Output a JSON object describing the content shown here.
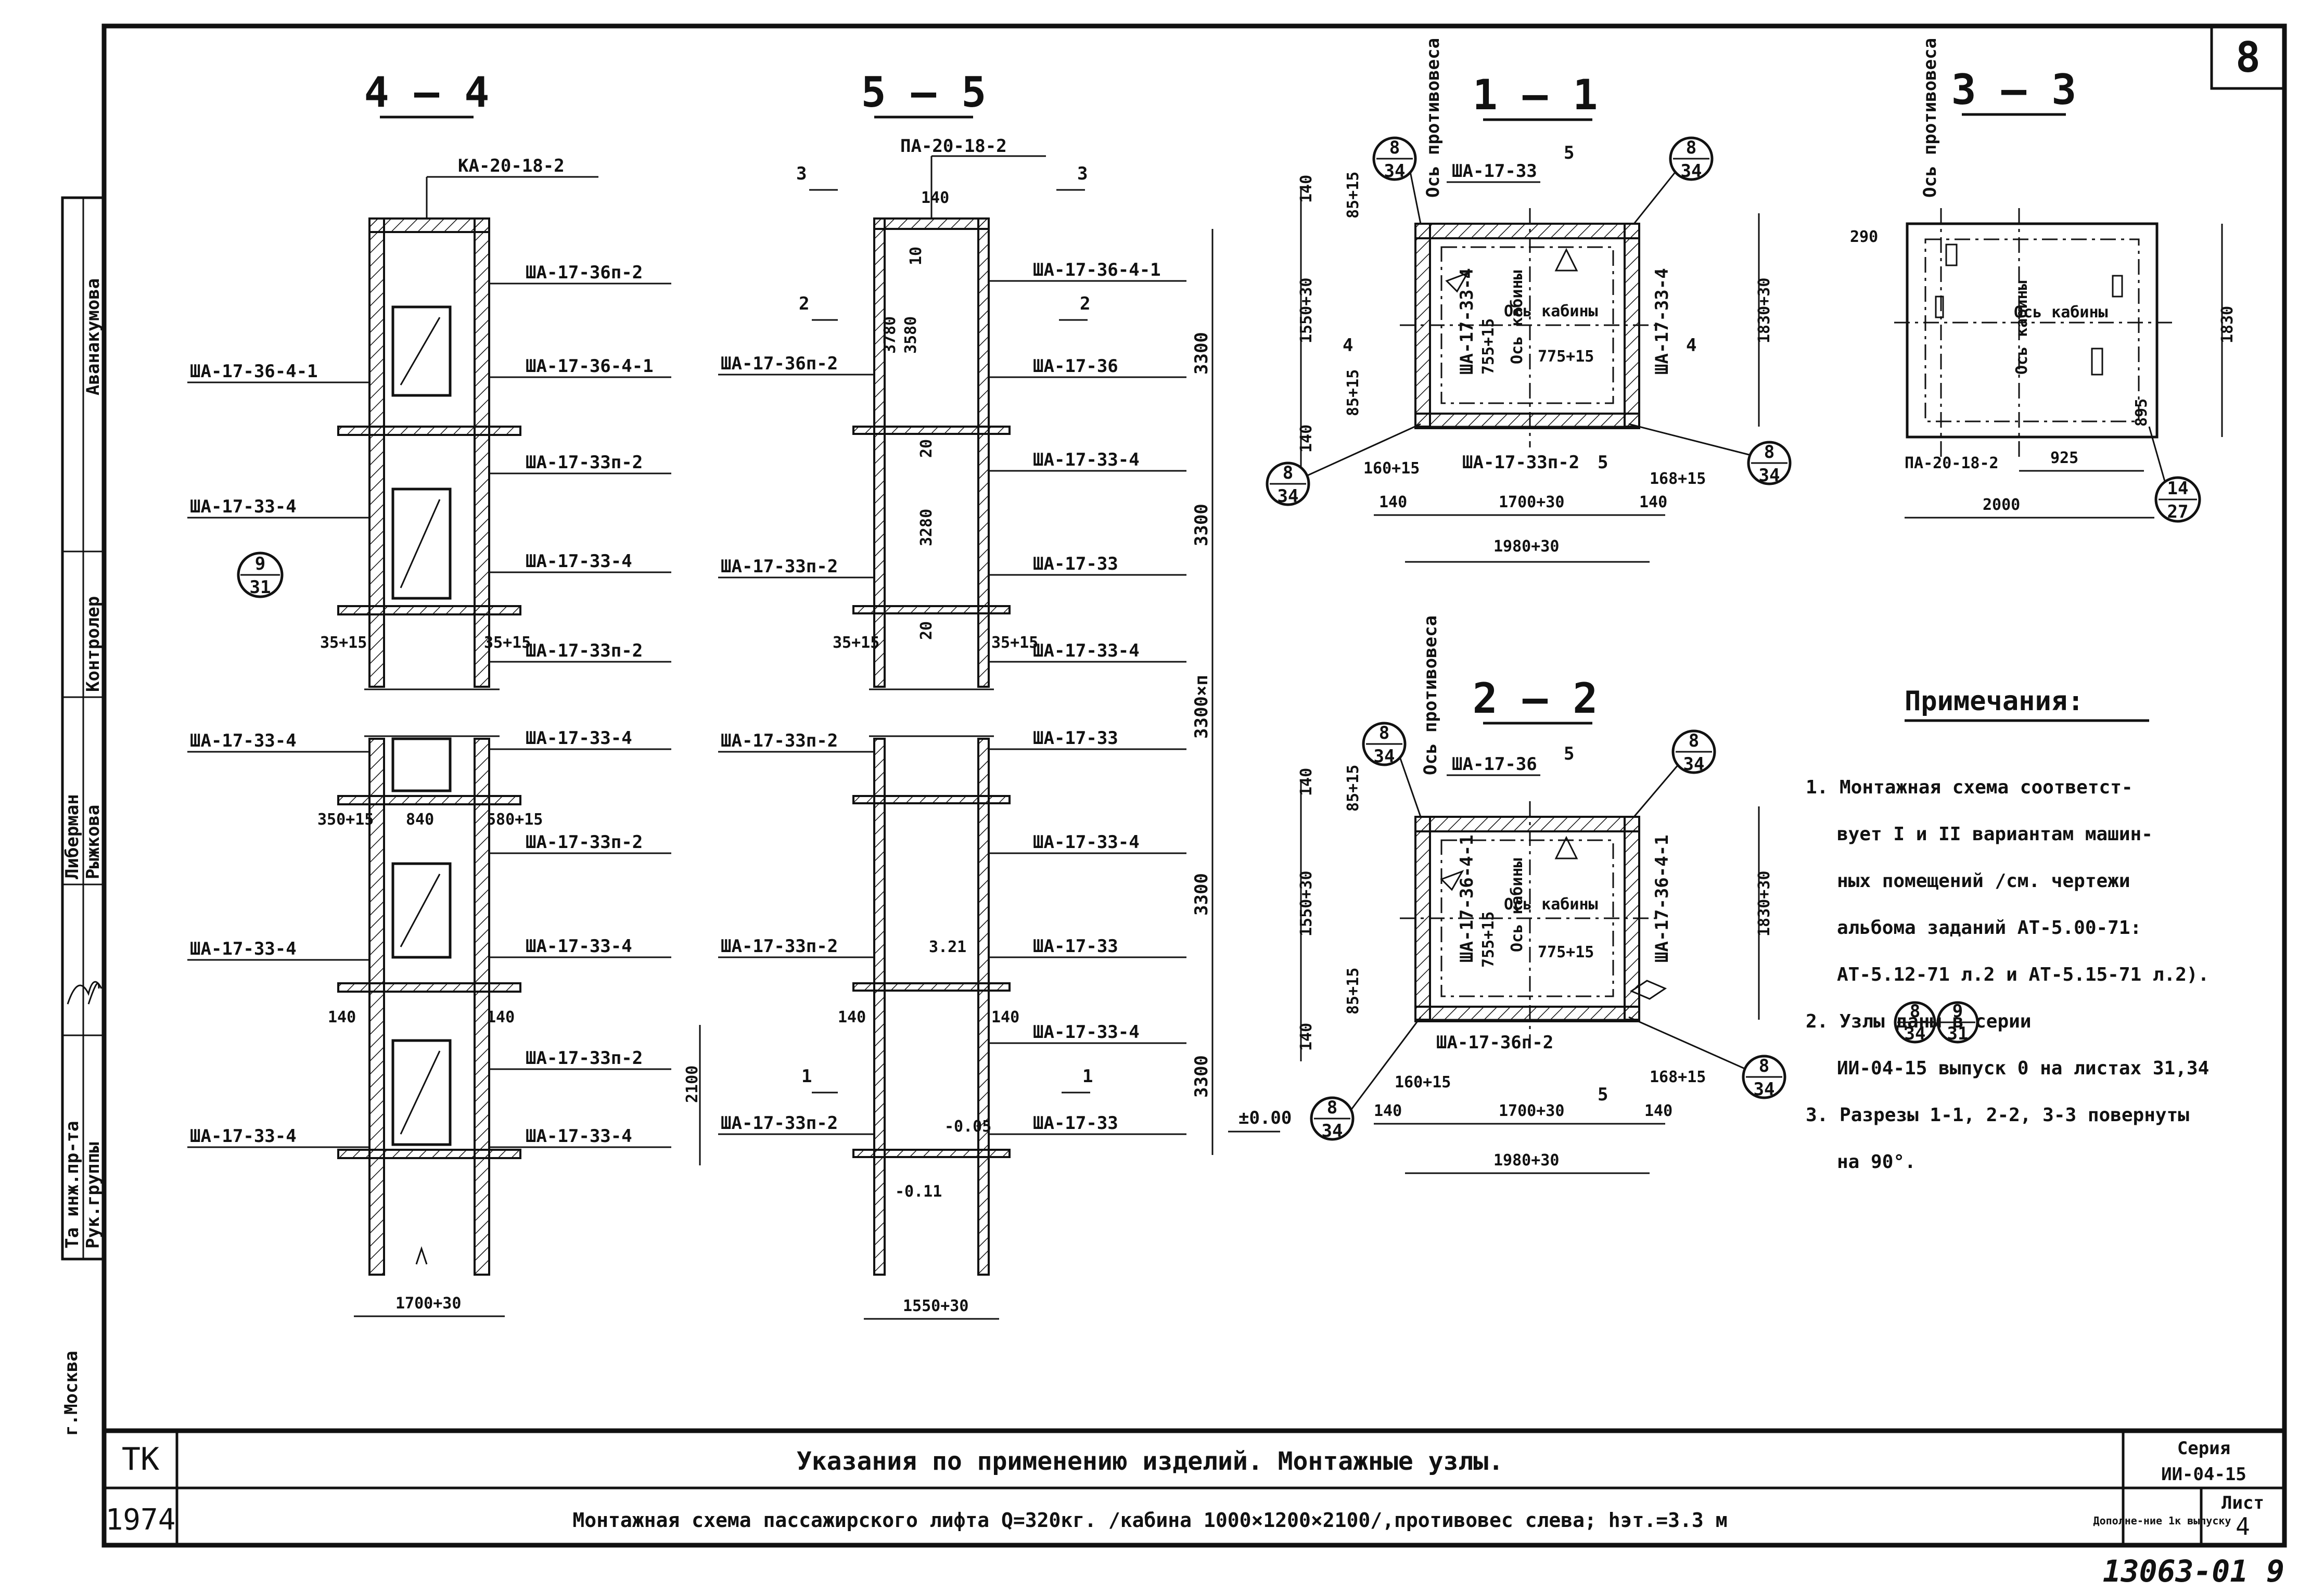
{
  "sheet": {
    "number": "8",
    "side_stamp": [
      "г.Москва",
      "Та инж.пр-та",
      "Рук.группы",
      "Либерман",
      "Рыжкова",
      "Контролер",
      "Аванакумова"
    ],
    "series_label": "Серия",
    "series_value": "ИИ-04-15",
    "supplement_label": "Дополне-ние 1к выпуску",
    "sheet_label": "Лист",
    "sheet_value": "4",
    "tk": "ТК",
    "year": "1974",
    "title_line1": "Указания по применению изделий. Монтажные узлы.",
    "title_line2": "Монтажная схема пассажирского лифта Q=320кг. /кабина 1000×1200×2100/,противовес слева; hэт.=3.3 м",
    "inventory": "13063-01 9"
  },
  "sections": {
    "s44": {
      "title": "4 — 4",
      "top_panel": "КА-20-18-2",
      "labels_right": [
        "ША-17-36п-2",
        "ША-17-36-4-1",
        "ША-17-33п-2",
        "ША-17-33-4",
        "ША-17-33п-2",
        "ША-17-33-4",
        "ША-17-33п-2",
        "ША-17-33-4",
        "ША-17-33п-2",
        "ША-17-33-4"
      ],
      "labels_left": [
        "ША-17-36-4-1",
        "ША-17-33-4",
        "ША-17-33-4",
        "ША-17-33-4",
        "ША-17-33-4"
      ],
      "node_ref_top": "9",
      "node_ref_bot": "31",
      "dims": [
        "35+15",
        "35+15",
        "350+15",
        "840",
        "580+15",
        "140",
        "140",
        "2100",
        "1700+30"
      ]
    },
    "s55": {
      "title": "5 — 5",
      "top_panel": "ПА-20-18-2",
      "cut_marks": [
        "3",
        "3",
        "2",
        "2",
        "1",
        "1"
      ],
      "labels_right": [
        "ША-17-36-4-1",
        "ША-17-36",
        "ША-17-33-4",
        "ША-17-33",
        "ША-17-33-4",
        "ША-17-33",
        "ША-17-33-4",
        "ША-17-33",
        "ША-17-33-4",
        "ША-17-33"
      ],
      "labels_left": [
        "ША-17-36п-2",
        "ША-17-33п-2",
        "ША-17-33п-2",
        "ША-17-33п-2",
        "ША-17-33п-2"
      ],
      "dims": [
        "140",
        "10",
        "3780",
        "3580",
        "20",
        "3280",
        "20",
        "35+15",
        "35+15",
        "3.21",
        "140",
        "140",
        "-0.05",
        "-0.11",
        "1550+30"
      ],
      "heights": [
        "3300",
        "3300",
        "3300×п",
        "3300",
        "3300",
        "±0.00"
      ]
    },
    "s11": {
      "title": "1 — 1",
      "axis_cw": "Ось противовеса",
      "axis_cab": "Ось кабины",
      "panels": [
        "ША-17-33",
        "ША-17-33-4",
        "ША-17-33-4",
        "ША-17-33п-2"
      ],
      "refs": [
        [
          "8",
          "34"
        ],
        [
          "8",
          "34"
        ],
        [
          "8",
          "34"
        ],
        [
          "8",
          "34"
        ]
      ],
      "cut": "5",
      "dims": [
        "140",
        "85+15",
        "1550+30",
        "755+15",
        "775+15",
        "1830+30",
        "85+15",
        "140",
        "160+15",
        "140",
        "1700+30",
        "168+15",
        "140",
        "1980+30"
      ],
      "mark4": "4"
    },
    "s33": {
      "title": "3 — 3",
      "axis_cw": "Ось противовеса",
      "axis_cab": "Ось кабины",
      "dims": [
        "290",
        "1830",
        "895",
        "925",
        "2000"
      ],
      "panel": "ПА-20-18-2",
      "ref": [
        "14",
        "27"
      ]
    },
    "s22": {
      "title": "2 — 2",
      "axis_cw": "Ось противовеса",
      "axis_cab": "Ось кабины",
      "panels": [
        "ША-17-36",
        "ША-17-36-4-1",
        "ША-17-36-4-1",
        "ША-17-36п-2"
      ],
      "refs": [
        [
          "8",
          "34"
        ],
        [
          "8",
          "34"
        ],
        [
          "8",
          "34"
        ],
        [
          "8",
          "34"
        ]
      ],
      "cut": "5",
      "dims": [
        "140",
        "85+15",
        "1550+30",
        "755+15",
        "775+15",
        "1830+30",
        "85+15",
        "140",
        "160+15",
        "140",
        "1700+30",
        "168+15",
        "140",
        "1980+30"
      ]
    }
  },
  "notes": {
    "heading": "Примечания:",
    "items": [
      "1. Монтажная схема соответст-",
      "вует I и II вариантам машин-",
      "ных помещений /см. чертежи",
      "альбома заданий АТ-5.00-71:",
      "АТ-5.12-71 л.2 и АТ-5.15-71 л.2).",
      "2. Узлы      даны в серии",
      "ИИ-04-15 выпуск 0 на листах 31,34",
      "3. Разрезы 1-1, 2-2, 3-3 повернуты",
      "на 90°."
    ],
    "ref_a": [
      "8",
      "34"
    ],
    "ref_b": [
      "9",
      "31"
    ]
  }
}
